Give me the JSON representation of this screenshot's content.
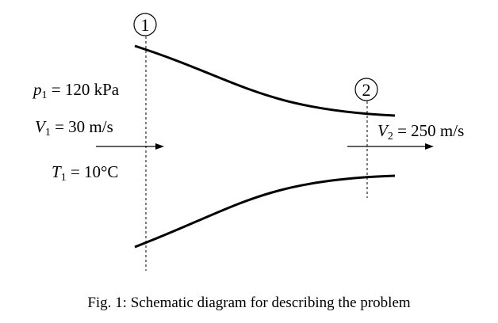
{
  "stations": [
    {
      "number": "1"
    },
    {
      "number": "2"
    }
  ],
  "inlet": {
    "pressure": {
      "symbol": "p",
      "sub": "1",
      "rest": " = 120 kPa"
    },
    "velocity": {
      "symbol": "V",
      "sub": "1",
      "rest": " = 30 m/s"
    },
    "temperature": {
      "symbol": "T",
      "sub": "1",
      "rest": " = 10°C"
    }
  },
  "outlet": {
    "velocity": {
      "symbol": "V",
      "sub": "2",
      "rest": " = 250 m/s"
    }
  },
  "caption": "Fig. 1: Schematic diagram for describing the problem"
}
